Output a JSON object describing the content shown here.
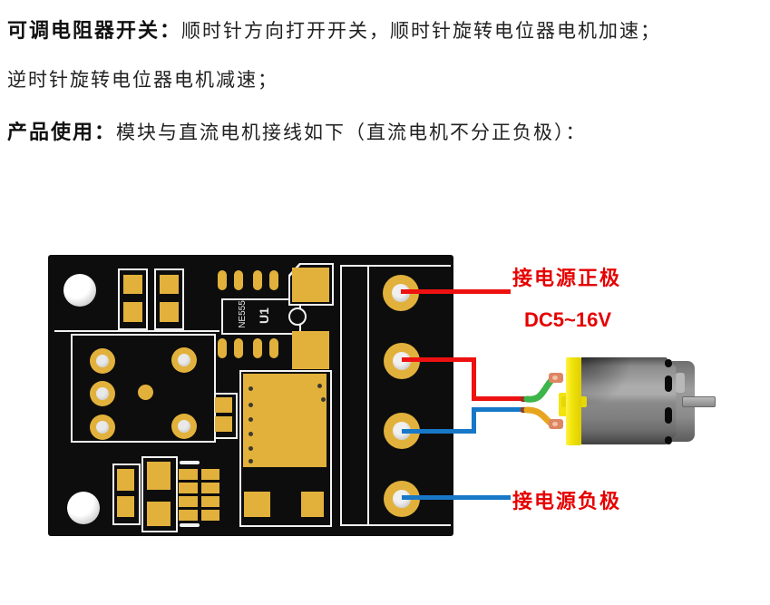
{
  "paragraphs": [
    {
      "bold": "可调电阻器开关：",
      "text": "顺时针方向打开开关，顺时针旋转电位器电机加速；"
    },
    {
      "bold": "",
      "text": "逆时针旋转电位器电机减速；"
    },
    {
      "bold": "产品使用：",
      "text": "模块与直流电机接线如下（直流电机不分正负极）："
    }
  ],
  "diagram": {
    "labels": {
      "positive": "接电源正极",
      "voltage": "DC5~16V",
      "negative": "接电源负极",
      "label_color": "#e60000"
    },
    "pcb": {
      "ic_ref": "U1",
      "ic_part": "NE555",
      "board_color": "#0d0d0d",
      "pad_color": "#e2b13c",
      "silkscreen_color": "#f2f2f2"
    },
    "wires": {
      "positive_color": "#ee1111",
      "negative_color": "#1878c8",
      "motor_green_color": "#3cb54a",
      "motor_yellow_color": "#e8a51e"
    },
    "motor": {
      "cap_color": "#f2e40c",
      "body_color": "#828282",
      "shaft_color": "#9a9a9a",
      "terminal_color": "#dd8663"
    }
  }
}
